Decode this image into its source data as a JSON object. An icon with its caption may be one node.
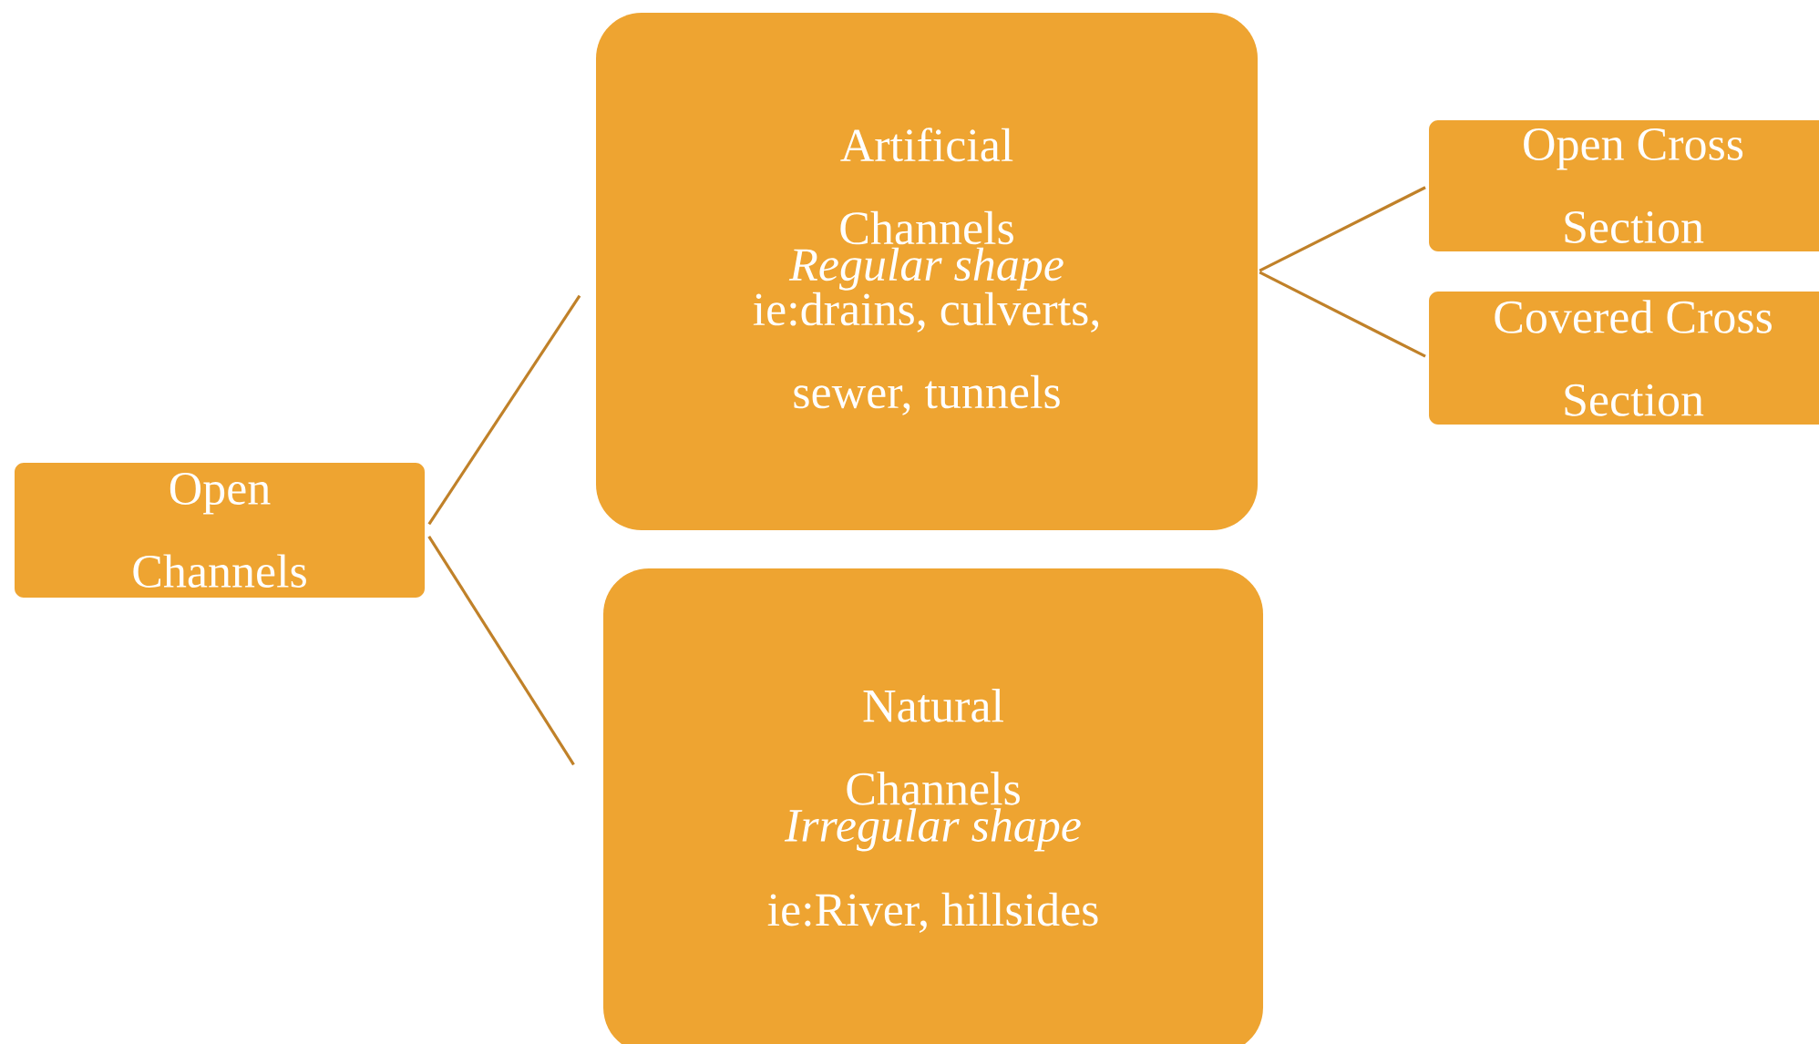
{
  "diagram": {
    "nodes": [
      {
        "text": [
          "Open Channels"
        ]
      },
      {
        "text": [
          "Artificial Channels",
          "Regular shape",
          "ie:drains, culverts, sewer, tunnels"
        ]
      },
      {
        "text": [
          "Natural Channels",
          "Irregular shape",
          "ie:River, hillsides"
        ]
      },
      {
        "text": [
          "Open Cross Section"
        ]
      },
      {
        "text": [
          "Covered Cross Section"
        ]
      }
    ],
    "edges": [
      {
        "from": 0,
        "to": 1,
        "arrow": "none"
      },
      {
        "from": 0,
        "to": 2,
        "arrow": "none"
      },
      {
        "from": 1,
        "to": 3,
        "arrow": "none"
      },
      {
        "from": 1,
        "to": 4,
        "arrow": "none"
      }
    ]
  }
}
